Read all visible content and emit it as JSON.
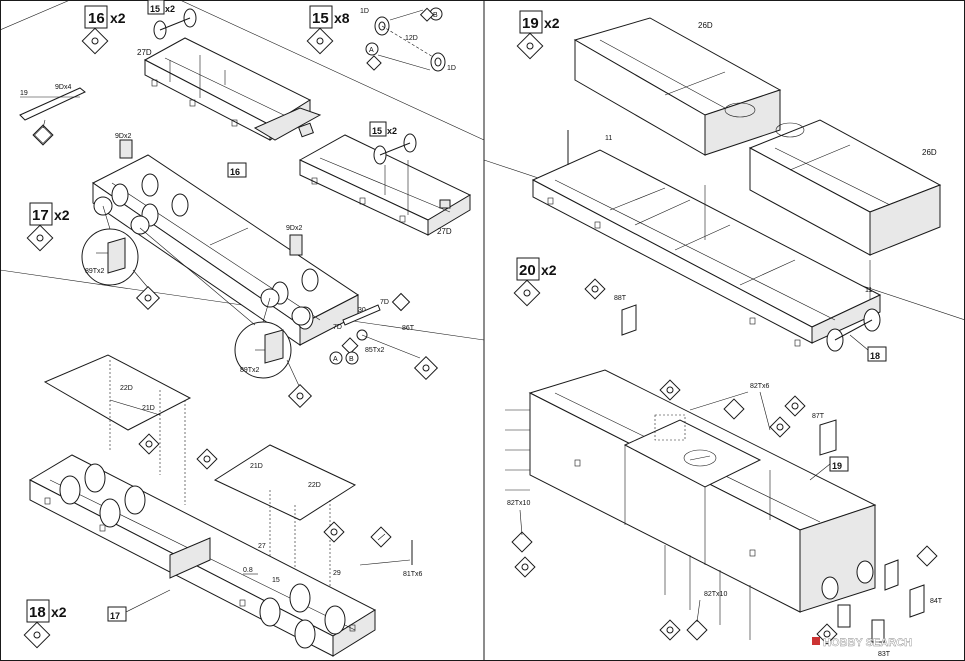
{
  "steps": {
    "s15": {
      "number": "15",
      "mult": "x8"
    },
    "s15a": {
      "number": "15",
      "mult": "x2"
    },
    "s15b": {
      "number": "15",
      "mult": "x2"
    },
    "s16": {
      "number": "16",
      "mult": "x2"
    },
    "s17": {
      "number": "17",
      "mult": "x2"
    },
    "s18": {
      "number": "18",
      "mult": "x2"
    },
    "s19": {
      "number": "19",
      "mult": "x2"
    },
    "s20": {
      "number": "20",
      "mult": "x2"
    }
  },
  "refs": {
    "r16": "16",
    "r17": "17",
    "r18": "18",
    "r19": "19"
  },
  "labels": {
    "p27d": "27D",
    "p1d": "1D",
    "p12d": "12D",
    "callout_a": "A",
    "callout_b": "B",
    "dim19": "19",
    "p9dx4": "9Dx4",
    "p9dx2": "9Dx2",
    "p89tx2": "89Tx2",
    "p7d": "7D",
    "p30": "30",
    "p86t": "86T",
    "p85tx2": "85Tx2",
    "p22d": "22D",
    "p21d": "21D",
    "dim27": "27",
    "dim08": "0.8",
    "dim15": "15",
    "dim29": "29",
    "p81tx6": "81Tx6",
    "p26d": "26D",
    "p11": "11",
    "p88t": "88T",
    "p82tx6": "82Tx6",
    "p87t": "87T",
    "p82tx10": "82Tx10",
    "p84t": "84T",
    "p83t": "83T"
  },
  "icons": [
    "cement-icon",
    "glue-icon",
    "cut-icon",
    "cement-drop-icon"
  ],
  "watermark": {
    "text": "HOBBY SEARCH"
  }
}
